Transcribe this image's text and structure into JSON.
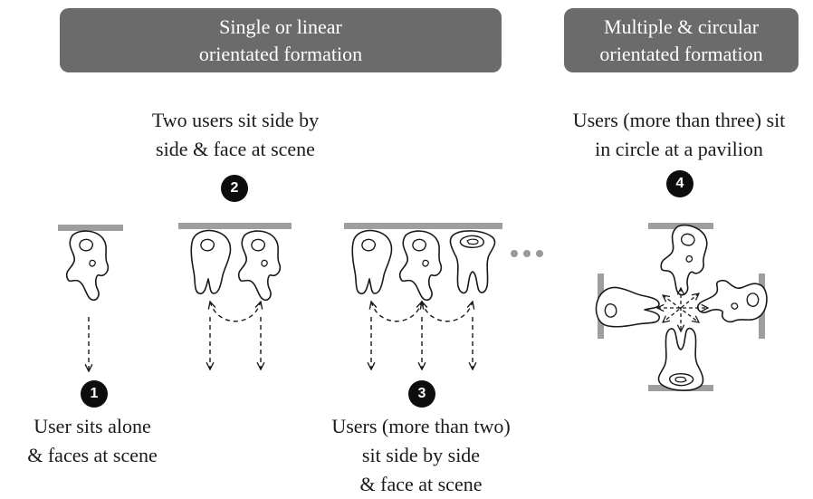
{
  "banners": {
    "linear": {
      "line1": "Single or linear",
      "line2": "orientated formation"
    },
    "circular": {
      "line1": "Multiple & circular",
      "line2": "orientated formation"
    }
  },
  "badges": [
    "1",
    "2",
    "3",
    "4"
  ],
  "captions": {
    "one": {
      "line1": "User sits alone",
      "line2": "& faces at scene"
    },
    "two": {
      "line1": "Two users sit side by",
      "line2": "side & face at scene"
    },
    "three": {
      "line1": "Users (more than two)",
      "line2": "sit side by side",
      "line3": "& face at scene"
    },
    "four": {
      "line1": "Users (more than three) sit",
      "line2": "in circle at a pavilion"
    }
  },
  "colors": {
    "banner": "#6b6b6b",
    "bench": "#9e9e9e",
    "badge": "#0d0d0d",
    "ink": "#1a1a1a"
  }
}
